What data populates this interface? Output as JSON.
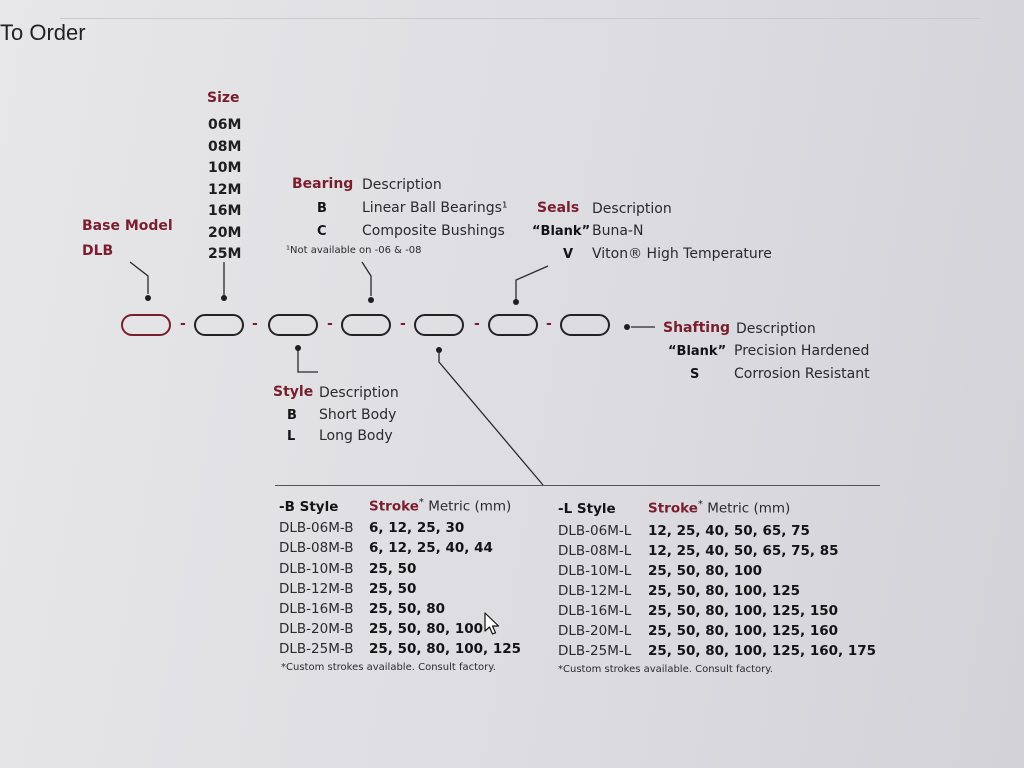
{
  "title": "To Order",
  "base_model": {
    "label": "Base Model",
    "value": "DLB"
  },
  "size": {
    "label": "Size",
    "options": [
      "06M",
      "08M",
      "10M",
      "12M",
      "16M",
      "20M",
      "25M"
    ]
  },
  "bearing": {
    "label": "Bearing",
    "desc_header": "Description",
    "options": [
      {
        "code": "B",
        "desc": "Linear Ball Bearings¹"
      },
      {
        "code": "C",
        "desc": "Composite Bushings"
      }
    ],
    "note": "¹Not available on -06 & -08"
  },
  "seals": {
    "label": "Seals",
    "desc_header": "Description",
    "options": [
      {
        "code": "“Blank”",
        "desc": "Buna-N"
      },
      {
        "code": "V",
        "desc": "Viton® High Temperature"
      }
    ]
  },
  "shafting": {
    "label": "Shafting",
    "desc_header": "Description",
    "options": [
      {
        "code": "“Blank”",
        "desc": "Precision Hardened"
      },
      {
        "code": "S",
        "desc": "Corrosion Resistant"
      }
    ]
  },
  "style": {
    "label": "Style",
    "desc_header": "Description",
    "options": [
      {
        "code": "B",
        "desc": "Short Body"
      },
      {
        "code": "L",
        "desc": "Long Body"
      }
    ]
  },
  "separator": "-",
  "b_table": {
    "header_style": "-B Style",
    "header_stroke": "Stroke",
    "header_sup": "*",
    "header_unit": "Metric (mm)",
    "rows": [
      {
        "model": "DLB-06M-B",
        "strokes": "6, 12, 25, 30"
      },
      {
        "model": "DLB-08M-B",
        "strokes": "6, 12, 25, 40, 44"
      },
      {
        "model": "DLB-10M-B",
        "strokes": "25, 50"
      },
      {
        "model": "DLB-12M-B",
        "strokes": "25, 50"
      },
      {
        "model": "DLB-16M-B",
        "strokes": "25, 50, 80"
      },
      {
        "model": "DLB-20M-B",
        "strokes": "25, 50, 80, 100"
      },
      {
        "model": "DLB-25M-B",
        "strokes": "25, 50, 80, 100, 125"
      }
    ],
    "footnote": "*Custom strokes available. Consult factory."
  },
  "l_table": {
    "header_style": "-L Style",
    "header_stroke": "Stroke",
    "header_sup": "*",
    "header_unit": "Metric (mm)",
    "rows": [
      {
        "model": "DLB-06M-L",
        "strokes": "12, 25, 40, 50, 65, 75"
      },
      {
        "model": "DLB-08M-L",
        "strokes": "12, 25, 40, 50, 65, 75, 85"
      },
      {
        "model": "DLB-10M-L",
        "strokes": "25, 50, 80, 100"
      },
      {
        "model": "DLB-12M-L",
        "strokes": "25, 50, 80, 100, 125"
      },
      {
        "model": "DLB-16M-L",
        "strokes": "25, 50, 80, 100, 125, 150"
      },
      {
        "model": "DLB-20M-L",
        "strokes": "25, 50, 80, 100, 125, 160"
      },
      {
        "model": "DLB-25M-L",
        "strokes": "25, 50, 80, 100, 125, 160, 175"
      }
    ],
    "footnote": "*Custom strokes available. Consult factory."
  },
  "colors": {
    "accent": "#7a1e2e",
    "text": "#1e1e22"
  },
  "icons": {
    "cursor": "mouse-pointer-icon"
  }
}
